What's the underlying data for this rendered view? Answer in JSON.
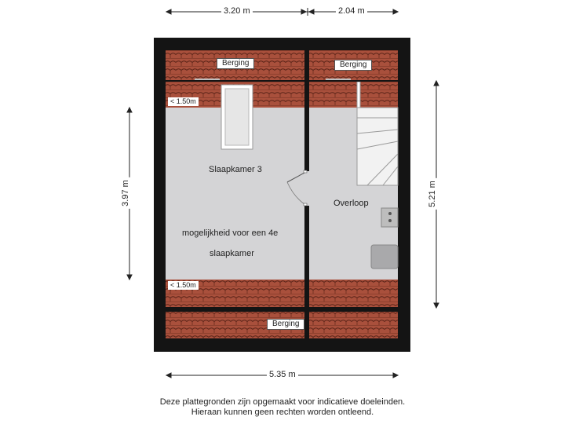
{
  "dimensions": {
    "top_left": "3.20 m",
    "top_right": "2.04 m",
    "bottom": "5.35 m",
    "left": "3.97 m",
    "right": "5.21 m"
  },
  "rooms": {
    "slaapkamer": "Slaapkamer 3",
    "overloop": "Overloop",
    "note_line1": "mogelijkheid voor een 4e",
    "note_line2": "slaapkamer"
  },
  "storage": {
    "top_left": "Berging",
    "top_right": "Berging",
    "bottom": "Berging"
  },
  "height_markers": {
    "top": "< 1.50m",
    "bottom": "< 1.50m"
  },
  "footer": {
    "line1": "Deze plattegronden zijn opgemaakt voor indicatieve doeleinden.",
    "line2": "Hieraan kunnen geen rechten worden ontleend."
  },
  "colors": {
    "roof_tile": "#a9503c",
    "floor": "#d4d4d6",
    "wall": "#141414"
  }
}
